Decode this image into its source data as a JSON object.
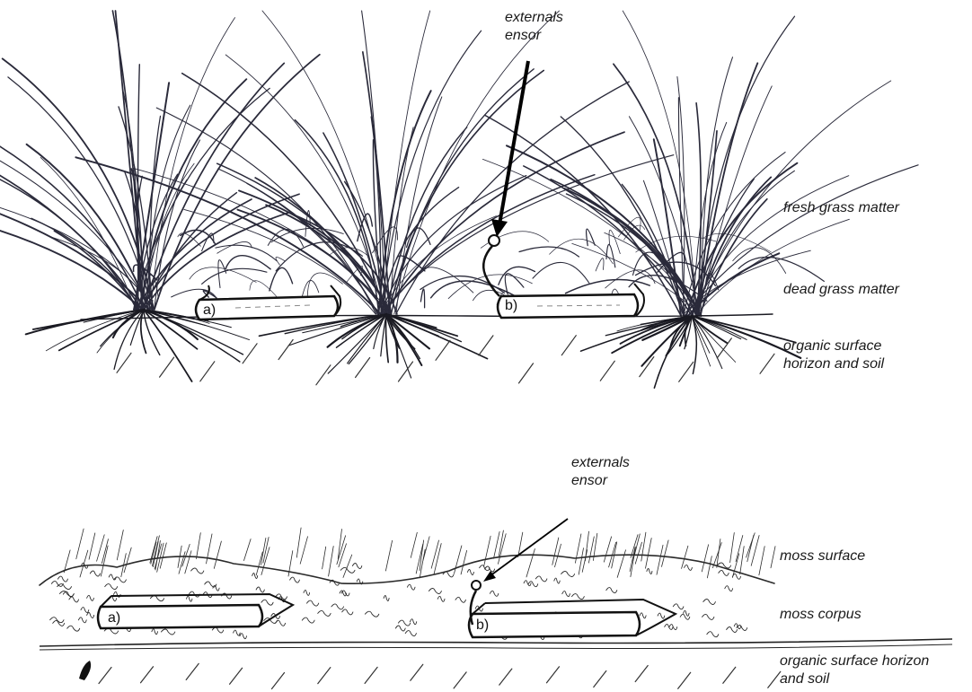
{
  "top_panel": {
    "sensor_label_line1": "externals",
    "sensor_label_line2": "ensor",
    "layer_fresh": "fresh grass matter",
    "layer_dead": "dead grass matter",
    "layer_soil_line1": "organic surface",
    "layer_soil_line2": "horizon and soil",
    "device_a": "a)",
    "device_b": "b)"
  },
  "bottom_panel": {
    "sensor_label_line1": "externals",
    "sensor_label_line2": "ensor",
    "layer_moss_surface": "moss surface",
    "layer_moss_corpus": "moss corpus",
    "layer_soil_line1": "organic surface horizon",
    "layer_soil_line2": "and soil",
    "device_a": "a)",
    "device_b": "b)"
  }
}
